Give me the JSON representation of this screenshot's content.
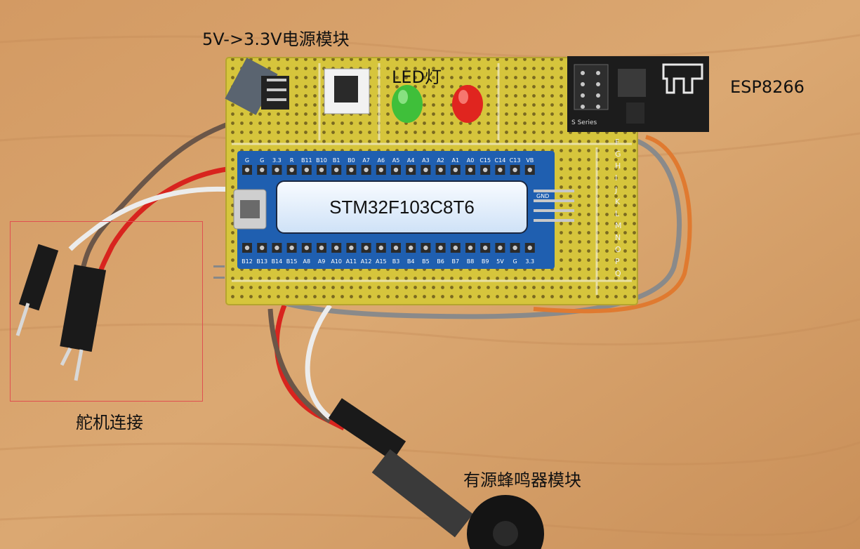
{
  "labels": {
    "power_module": "5V->3.3V电源模块",
    "led": "LED灯",
    "esp": "ESP8266",
    "mcu": "STM32F103C8T6",
    "servo": "舵机连接",
    "buzzer": "有源蜂鸣器模块"
  },
  "pin_labels": {
    "top_row": [
      "G",
      "G",
      "3.3",
      "R",
      "B11",
      "B10",
      "B1",
      "B0",
      "A7",
      "A6",
      "A5",
      "A4",
      "A3",
      "A2",
      "A1",
      "A0",
      "C15",
      "C14",
      "C13",
      "VB"
    ],
    "bottom_row": [
      "B12",
      "B13",
      "B14",
      "B15",
      "A8",
      "A9",
      "A10",
      "A11",
      "A12",
      "A15",
      "B3",
      "B4",
      "B5",
      "B6",
      "B7",
      "B8",
      "B9",
      "5V",
      "G",
      "3.3"
    ],
    "side_letters": [
      "F",
      "G",
      "H",
      "I",
      "J",
      "K",
      "L",
      "M",
      "N",
      "O",
      "P",
      "Q"
    ],
    "right_header": [
      "GND",
      "",
      "",
      "",
      ""
    ],
    "esp_board": "S Series"
  },
  "colors": {
    "wood": "#d9a06a",
    "pcb": "#d6c53c",
    "bluepill": "#1f5fb0",
    "wire_red": "#d8241e",
    "wire_brown": "#6b5648",
    "wire_white": "#ececec",
    "wire_gray": "#8a8a8a",
    "wire_orange": "#e07a30",
    "frame_red": "#e05050"
  }
}
